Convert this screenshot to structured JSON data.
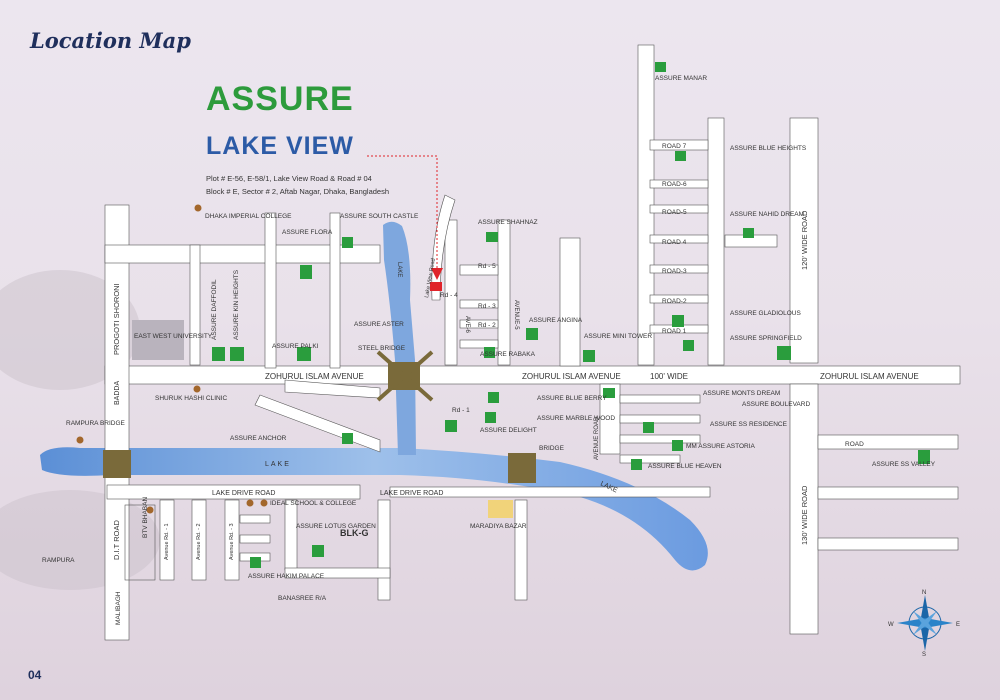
{
  "header": {
    "title": "Location Map",
    "page_number": "04"
  },
  "brand": {
    "line1": "ASSURE",
    "line2": "LAKE VIEW",
    "address_line1": "Plot # E-56, E-58/1, Lake View Road & Road # 04",
    "address_line2": "Block # E, Sector # 2, Aftab Nagar, Dhaka, Bangladesh"
  },
  "colors": {
    "lake": "#7aa7dd",
    "road": "#ffffff",
    "project": "#2a9d3d",
    "marker": "#e0242a",
    "junction": "#7a6a3a",
    "title": "#1f2f5c"
  },
  "labels": {
    "projects": {
      "manar": "ASSURE MANAR",
      "blue_heights": "ASSURE BLUE HEIGHTS",
      "nahid_dream": "ASSURE NAHID DREAM",
      "gladiolous": "ASSURE GLADIOLOUS",
      "springfield": "ASSURE SPRINGFIELD",
      "boulevard": "ASSURE BOULEVARD",
      "south_castle": "ASSURE SOUTH CASTLE",
      "flora": "ASSURE FLORA",
      "daffodil": "ASSURE DAFFODIL",
      "kin_heights": "ASSURE KIN HEIGHTS",
      "palki": "ASSURE PALKI",
      "aster": "ASSURE ASTER",
      "angina": "ASSURE ANGINA",
      "mini_tower": "ASSURE MINI TOWER",
      "rabaka": "ASSURE RABAKA",
      "shahnaz": "ASSURE SHAHNAZ",
      "blue_berry": "ASSURE BLUE BERRY",
      "marble_wood": "ASSURE MARBLE WOOD",
      "delight": "ASSURE DELIGHT",
      "anchor": "ASSURE ANCHOR",
      "monts_dream": "ASSURE MONTS DREAM",
      "ss_residence": "ASSURE SS RESIDENCE",
      "astoria": "MM ASSURE ASTORIA",
      "blue_heaven": "ASSURE BLUE HEAVEN",
      "ss_valley": "ASSURE SS VALLEY",
      "lotus_garden": "ASSURE LOTUS GARDEN",
      "hakim_palace": "ASSURE HAKIM PALACE"
    },
    "landmarks": {
      "dhaka_imperial": "DHAKA IMPERIAL COLLEGE",
      "east_west": "EAST WEST UNIVERSITY",
      "shuruk_hashi": "SHURUK HASHI CLINIC",
      "rampura_bridge": "RAMPURA BRIDGE",
      "ideal": "IDEAL SCHOOL & COLLEGE",
      "btv": "BTV BHABAN",
      "maradiya": "MARADIYA BAZAR",
      "steel_bridge": "STEEL BRIDGE",
      "bridge": "BRIDGE",
      "rampura": "RAMPURA",
      "malibagh": "MALIBAGH",
      "banasree": "BANASREE R/A",
      "blk_g": "BLK-G"
    },
    "streets": {
      "zohurul1": "ZOHURUL ISLAM AVENUE",
      "zohurul2": "ZOHURUL ISLAM AVENUE",
      "zohurul3": "ZOHURUL ISLAM AVENUE",
      "wide100": "100' WIDE",
      "wide120": "120' WIDE ROAD",
      "wide130": "130' WIDE ROAD",
      "progoti": "PROGOTI SHORONI",
      "dit": "D.I.T ROAD",
      "badda": "BADDA",
      "lake_drive1": "LAKE DRIVE ROAD",
      "lake_drive2": "LAKE DRIVE ROAD",
      "lake1": "LAKE",
      "lake2": "LAKE",
      "lake3": "LAKE",
      "lake_view_road": "Lake View Road",
      "avenue_road": "AVENUE ROAD",
      "avenue_5": "AVENUE-5",
      "avenue_6": "AVE-6",
      "road": "ROAD",
      "rd_1": "Rd - 1",
      "rd_2": "Rd - 2",
      "rd_3": "Rd - 3",
      "rd_4": "Rd - 4",
      "rd_5": "Rd - 5",
      "road_1": "ROAD 1",
      "road_2": "ROAD-2",
      "road_3": "ROAD-3",
      "road_4": "ROAD 4",
      "road_5": "ROAD-5",
      "road_6": "ROAD-6",
      "road_7": "ROAD 7",
      "av_rd_1": "Avenue Rd. - 1",
      "av_rd_2": "Avenue Rd. - 2",
      "av_rd_3": "Avenue Rd. - 3"
    },
    "compass": {
      "n": "N",
      "s": "S",
      "e": "E",
      "w": "W"
    }
  }
}
